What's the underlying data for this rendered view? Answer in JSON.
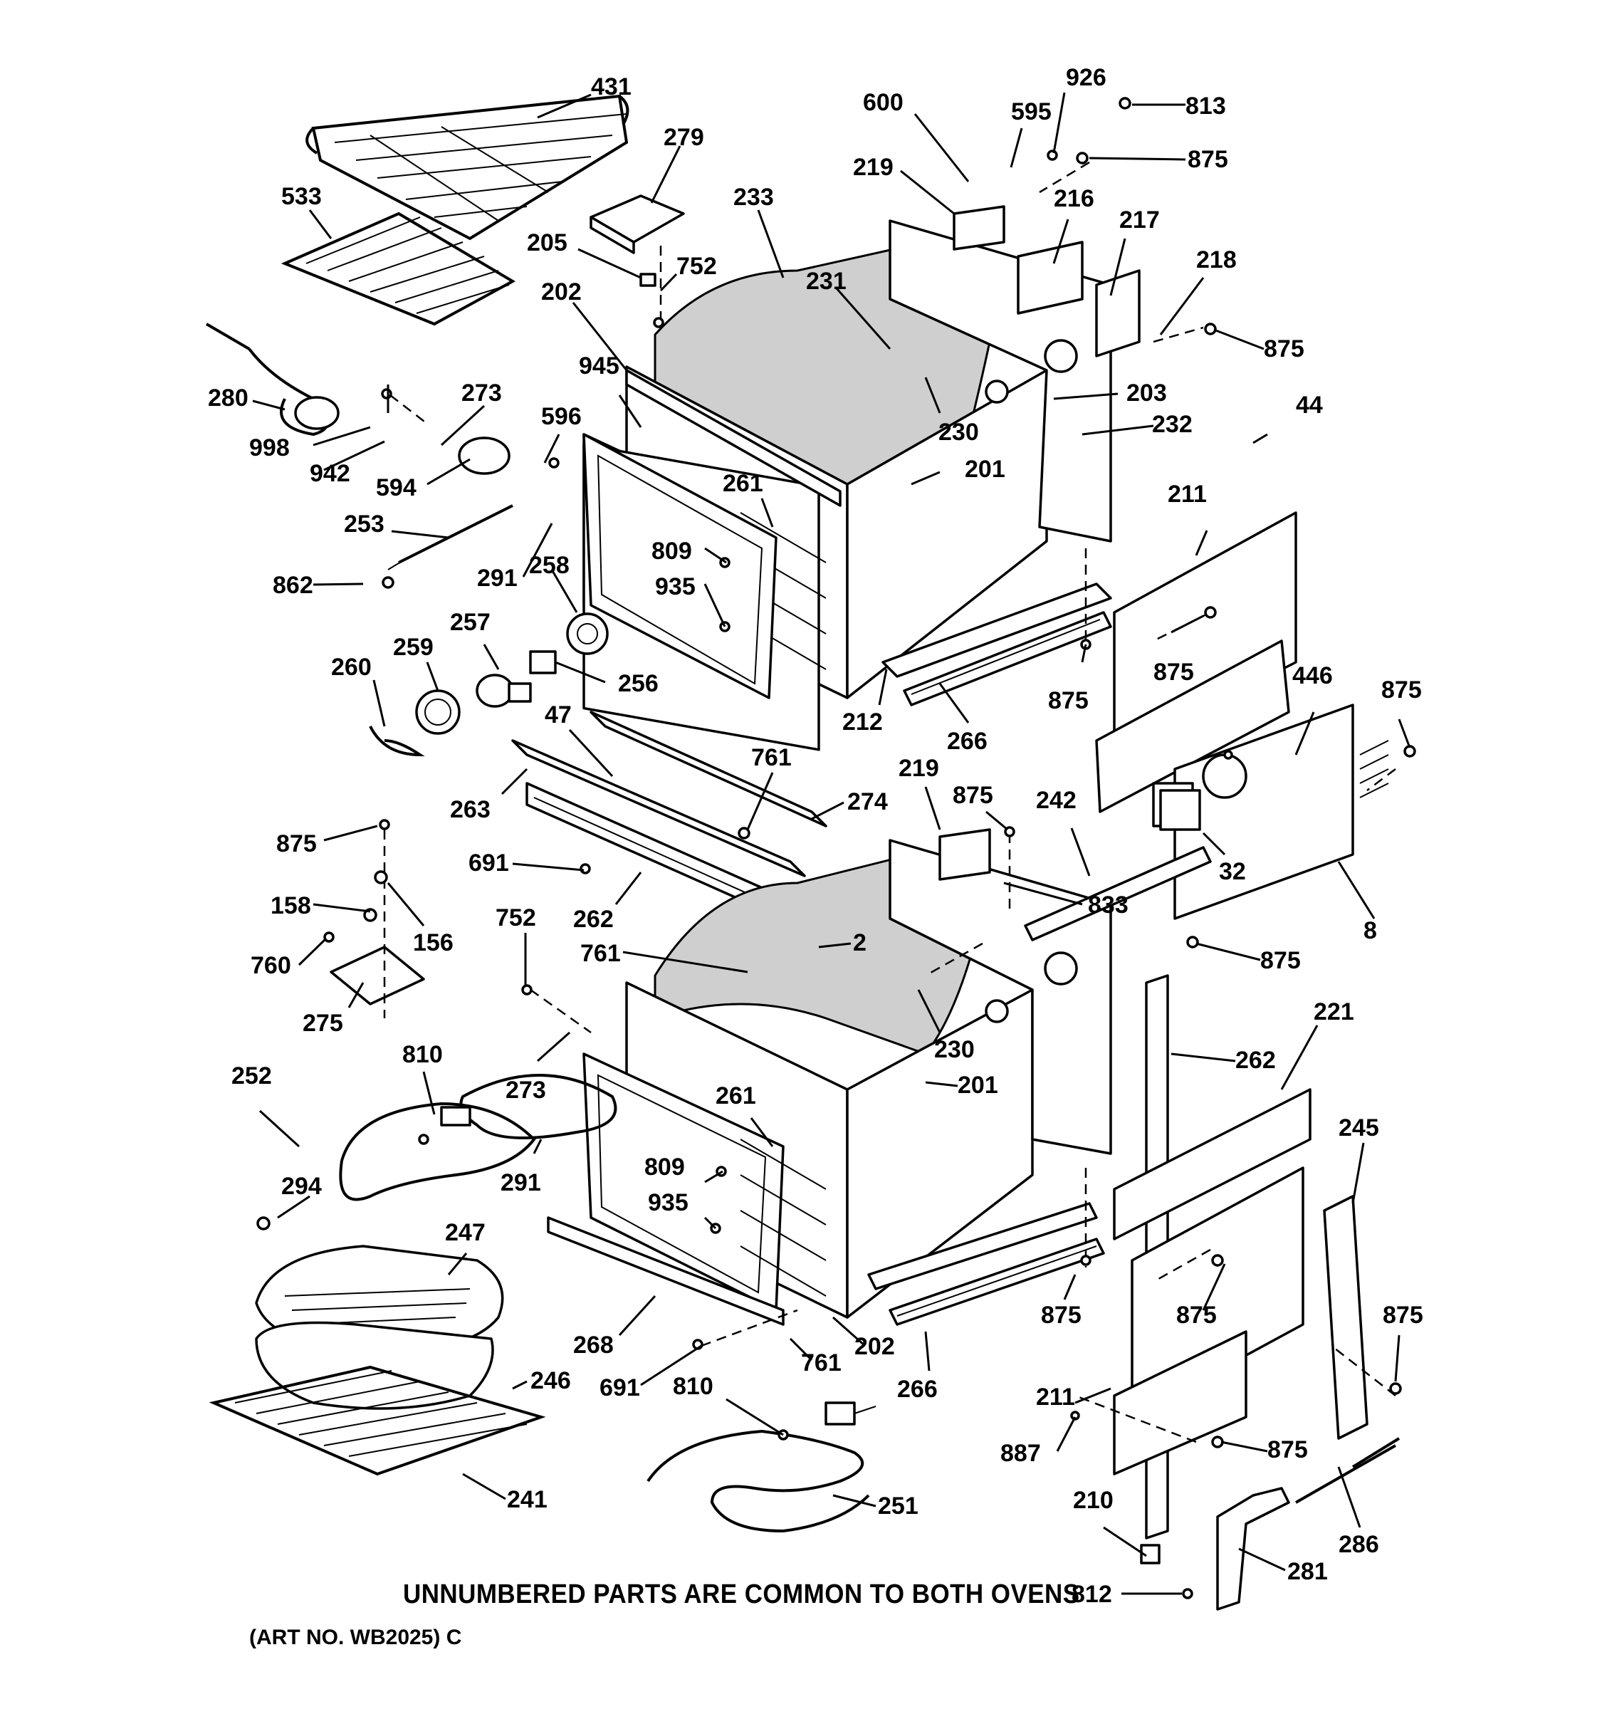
{
  "footer": {
    "note": "UNNUMBERED PARTS ARE COMMON TO BOTH OVENS",
    "art_no": "(ART NO. WB2025) C"
  },
  "callouts": [
    "431",
    "279",
    "533",
    "205",
    "752",
    "233",
    "202",
    "231",
    "600",
    "926",
    "595",
    "813",
    "219",
    "875",
    "216",
    "217",
    "218",
    "875",
    "273",
    "280",
    "998",
    "942",
    "594",
    "596",
    "945",
    "230",
    "203",
    "232",
    "44",
    "201",
    "261",
    "253",
    "291",
    "809",
    "935",
    "862",
    "258",
    "257",
    "259",
    "260",
    "256",
    "212",
    "266",
    "875",
    "211",
    "875",
    "446",
    "875",
    "47",
    "761",
    "263",
    "274",
    "219",
    "875",
    "242",
    "691",
    "262",
    "875",
    "158",
    "156",
    "760",
    "752",
    "761",
    "2",
    "833",
    "32",
    "8",
    "875",
    "275",
    "230",
    "201",
    "221",
    "262",
    "810",
    "252",
    "273",
    "261",
    "291",
    "809",
    "294",
    "935",
    "245",
    "247",
    "875",
    "875",
    "875",
    "268",
    "202",
    "761",
    "246",
    "691",
    "810",
    "266",
    "211",
    "887",
    "875",
    "241",
    "251",
    "210",
    "286",
    "281",
    "812"
  ]
}
